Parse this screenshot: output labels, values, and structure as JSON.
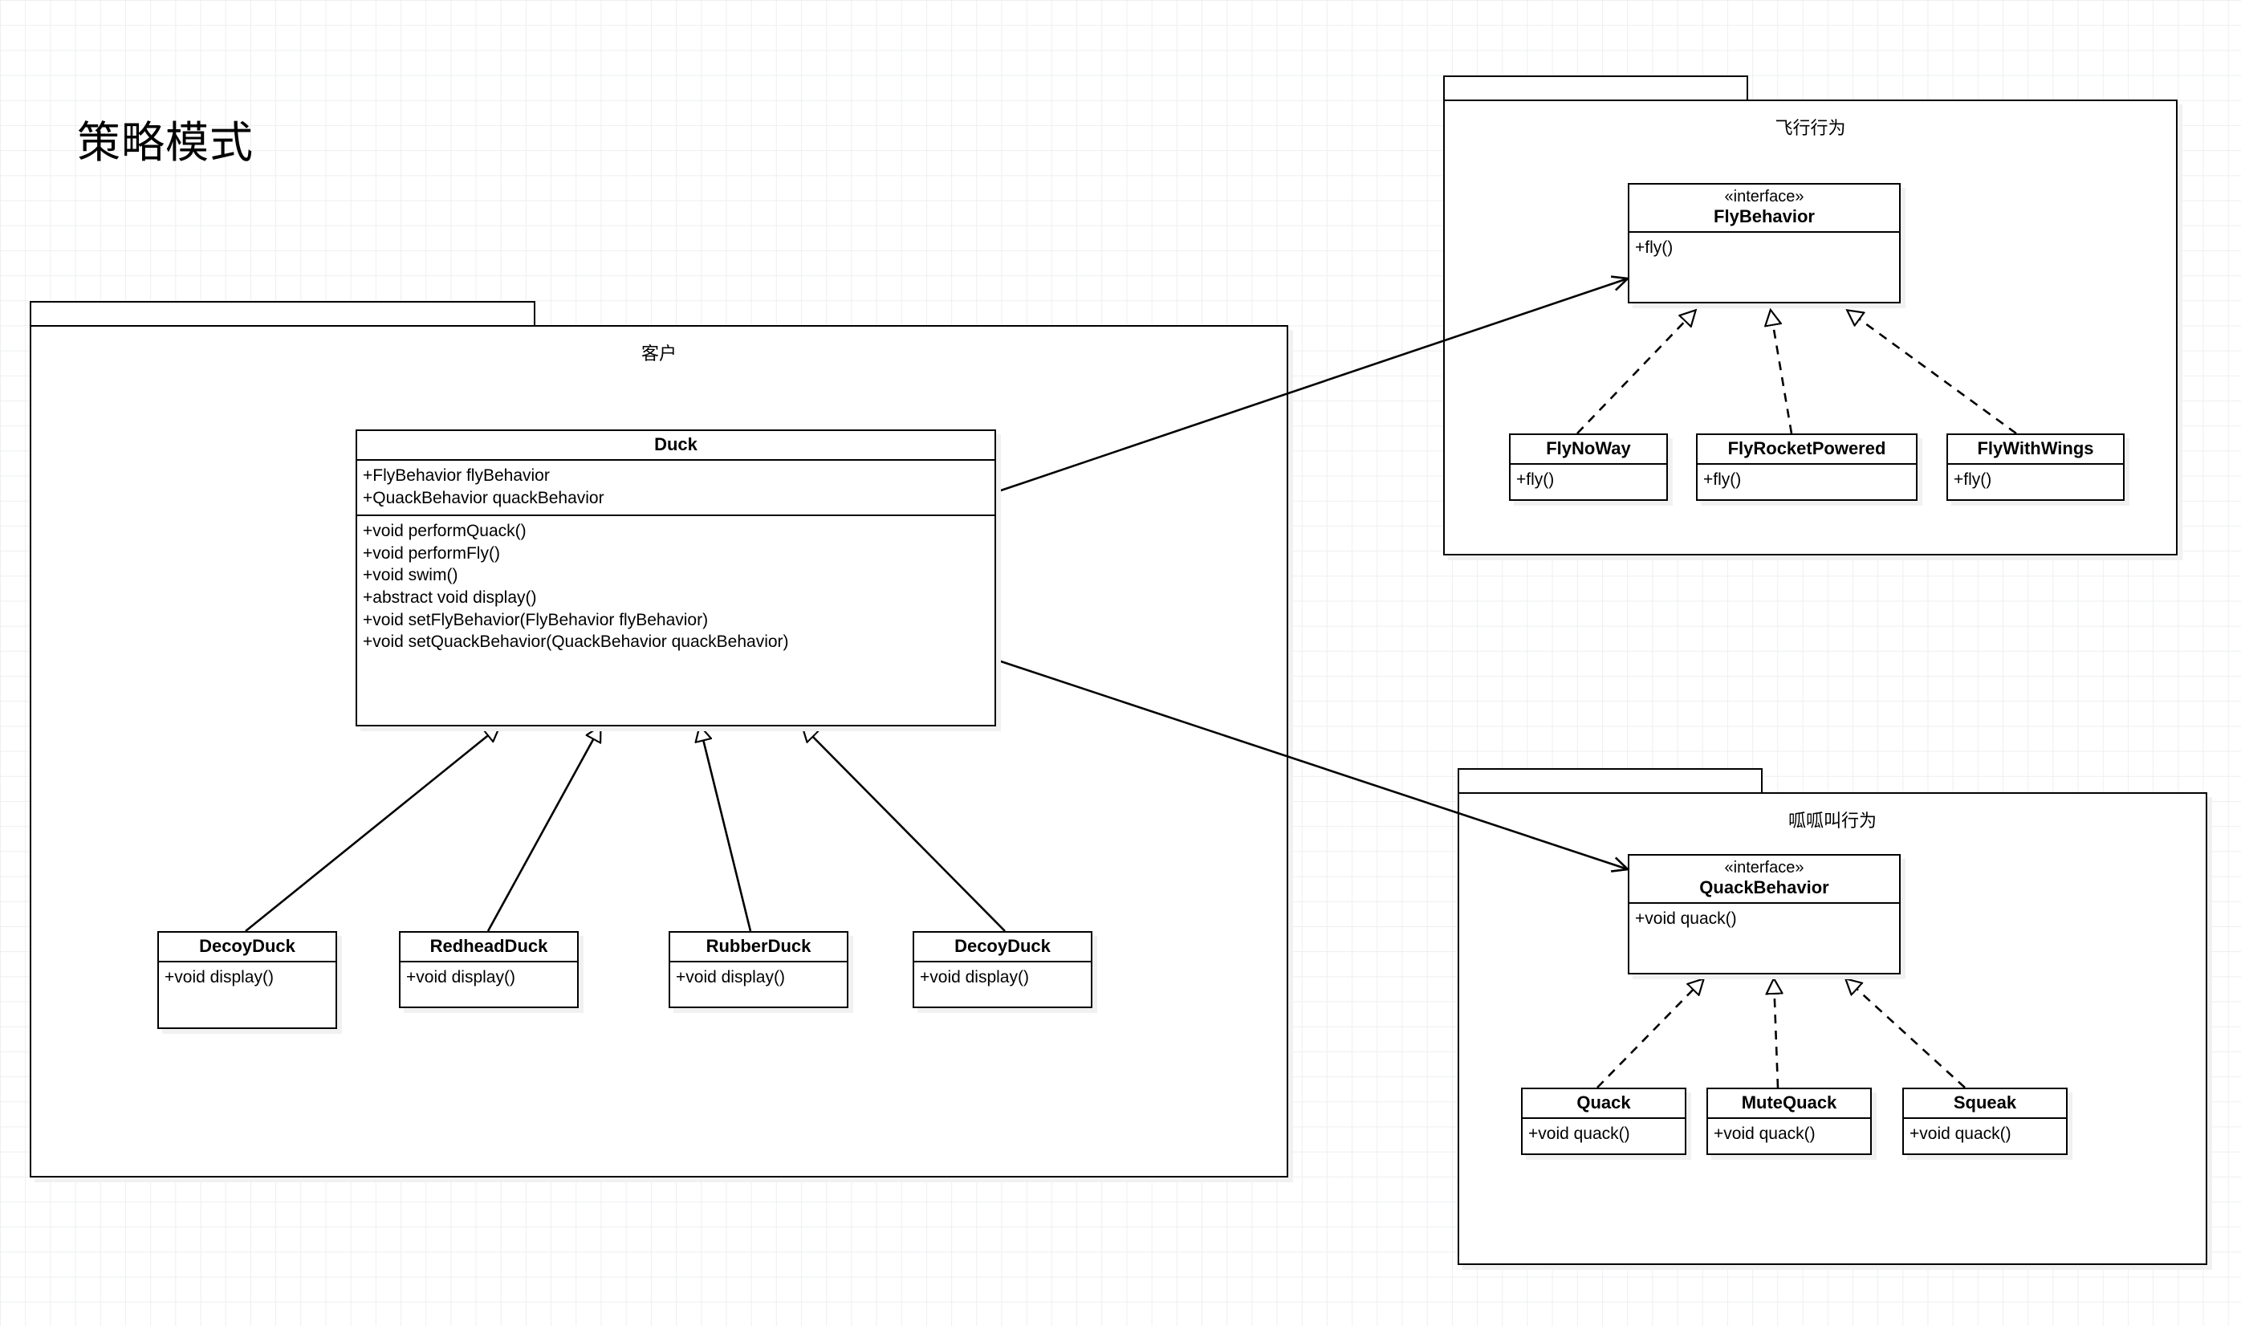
{
  "title": "策略模式",
  "packages": {
    "client": {
      "name": "客户"
    },
    "fly": {
      "name": "飞行行为"
    },
    "quack": {
      "name": "呱呱叫行为"
    }
  },
  "classes": {
    "duck": {
      "name": "Duck",
      "attributes": [
        "+FlyBehavior flyBehavior",
        "+QuackBehavior quackBehavior"
      ],
      "operations": [
        "+void performQuack()",
        "+void performFly()",
        "+void swim()",
        "+abstract void display()",
        "+void setFlyBehavior(FlyBehavior flyBehavior)",
        "+void setQuackBehavior(QuackBehavior quackBehavior)"
      ]
    },
    "decoyduck1": {
      "name": "DecoyDuck",
      "operations": [
        "+void display()"
      ]
    },
    "redheadduck": {
      "name": "RedheadDuck",
      "operations": [
        "+void display()"
      ]
    },
    "rubberduck": {
      "name": "RubberDuck",
      "operations": [
        "+void display()"
      ]
    },
    "decoyduck2": {
      "name": "DecoyDuck",
      "operations": [
        "+void display()"
      ]
    },
    "flybehavior": {
      "stereotype": "«interface»",
      "name": "FlyBehavior",
      "operations": [
        "+fly()"
      ]
    },
    "flynoway": {
      "name": "FlyNoWay",
      "operations": [
        "+fly()"
      ]
    },
    "flyrocketpowered": {
      "name": "FlyRocketPowered",
      "operations": [
        "+fly()"
      ]
    },
    "flywithwings": {
      "name": "FlyWithWings",
      "operations": [
        "+fly()"
      ]
    },
    "quackbehavior": {
      "stereotype": "«interface»",
      "name": "QuackBehavior",
      "operations": [
        "+void quack()"
      ]
    },
    "quack": {
      "name": "Quack",
      "operations": [
        "+void quack()"
      ]
    },
    "mutequack": {
      "name": "MuteQuack",
      "operations": [
        "+void quack()"
      ]
    },
    "squeak": {
      "name": "Squeak",
      "operations": [
        "+void quack()"
      ]
    }
  },
  "relationships": [
    {
      "from": "decoyduck1",
      "to": "duck",
      "type": "generalization",
      "style": "solid",
      "arrow": "hollow-triangle"
    },
    {
      "from": "redheadduck",
      "to": "duck",
      "type": "generalization",
      "style": "solid",
      "arrow": "hollow-triangle"
    },
    {
      "from": "rubberduck",
      "to": "duck",
      "type": "generalization",
      "style": "solid",
      "arrow": "hollow-triangle"
    },
    {
      "from": "decoyduck2",
      "to": "duck",
      "type": "generalization",
      "style": "solid",
      "arrow": "hollow-triangle"
    },
    {
      "from": "duck",
      "to": "flybehavior",
      "type": "association",
      "style": "solid",
      "arrow": "open"
    },
    {
      "from": "duck",
      "to": "quackbehavior",
      "type": "association",
      "style": "solid",
      "arrow": "open"
    },
    {
      "from": "flynoway",
      "to": "flybehavior",
      "type": "realization",
      "style": "dashed",
      "arrow": "hollow-triangle"
    },
    {
      "from": "flyrocketpowered",
      "to": "flybehavior",
      "type": "realization",
      "style": "dashed",
      "arrow": "hollow-triangle"
    },
    {
      "from": "flywithwings",
      "to": "flybehavior",
      "type": "realization",
      "style": "dashed",
      "arrow": "hollow-triangle"
    },
    {
      "from": "quack",
      "to": "quackbehavior",
      "type": "realization",
      "style": "dashed",
      "arrow": "hollow-triangle"
    },
    {
      "from": "mutequack",
      "to": "quackbehavior",
      "type": "realization",
      "style": "dashed",
      "arrow": "hollow-triangle"
    },
    {
      "from": "squeak",
      "to": "quackbehavior",
      "type": "realization",
      "style": "dashed",
      "arrow": "hollow-triangle"
    }
  ],
  "colors": {
    "line": "#000000",
    "fill": "#ffffff",
    "shadow": "#f1f1f1",
    "grid": "#eceff1"
  }
}
